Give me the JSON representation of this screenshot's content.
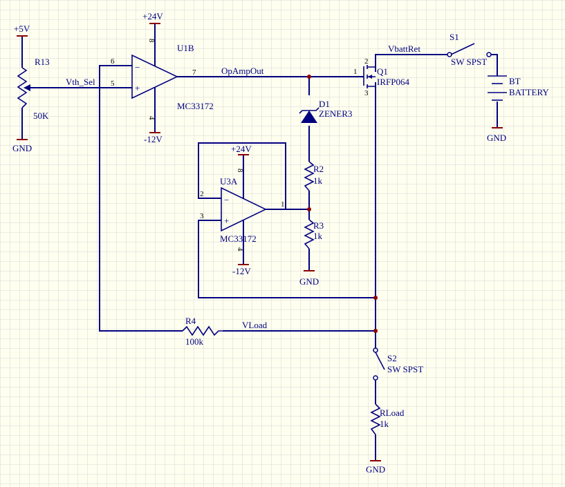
{
  "title": "",
  "colors": {
    "background": "#fffff0",
    "grid": "#d4d4d4",
    "wire": "#000080",
    "power_symbol": "#8b0000",
    "junction": "#8b0000",
    "component_fill": "#ffffaa",
    "zener_fill": "#000080"
  },
  "icons": {
    "opamp": "triangle-opamp-icon",
    "resistor": "zigzag-resistor-icon",
    "potentiometer": "potentiometer-icon",
    "zener": "zener-diode-icon",
    "mosfet": "nmos-fet-icon",
    "switch": "spst-switch-icon",
    "battery": "battery-icon",
    "ground": "ground-icon",
    "power": "power-rail-icon"
  },
  "components": {
    "u1b": {
      "designator": "U1B",
      "part": "MC33172",
      "pin_inv": "6",
      "pin_noninv": "5",
      "pin_out": "7",
      "pin_vplus": "8",
      "pin_vminus": "4",
      "vplus": "+24V",
      "vminus": "-12V"
    },
    "u3a": {
      "designator": "U3A",
      "part": "MC33172",
      "pin_inv": "2",
      "pin_noninv": "3",
      "pin_out": "1",
      "pin_vplus": "8",
      "pin_vminus": "4",
      "vplus": "+24V",
      "vminus": "-12V"
    },
    "r13": {
      "designator": "R13",
      "value": "50K",
      "supply": "+5V",
      "ground": "GND"
    },
    "r2": {
      "designator": "R2",
      "value": "1k"
    },
    "r3": {
      "designator": "R3",
      "value": "1k",
      "ground": "GND"
    },
    "r4": {
      "designator": "R4",
      "value": "100k"
    },
    "rload": {
      "designator": "RLoad",
      "value": "1k",
      "ground": "GND"
    },
    "d1": {
      "designator": "D1",
      "part": "ZENER3"
    },
    "q1": {
      "designator": "Q1",
      "part": "IRFP064",
      "pin_gate": "1",
      "pin_drain": "2",
      "pin_source": "3"
    },
    "s1": {
      "designator": "S1",
      "part": "SW SPST"
    },
    "s2": {
      "designator": "S2",
      "part": "SW SPST"
    },
    "bt": {
      "designator": "BT",
      "part": "BATTERY",
      "ground": "GND"
    }
  },
  "nets": {
    "vth_sel": "Vth_Sel",
    "opamp_out": "OpAmpOut",
    "vbatt_ret": "VbattRet",
    "vload": "VLoad"
  }
}
